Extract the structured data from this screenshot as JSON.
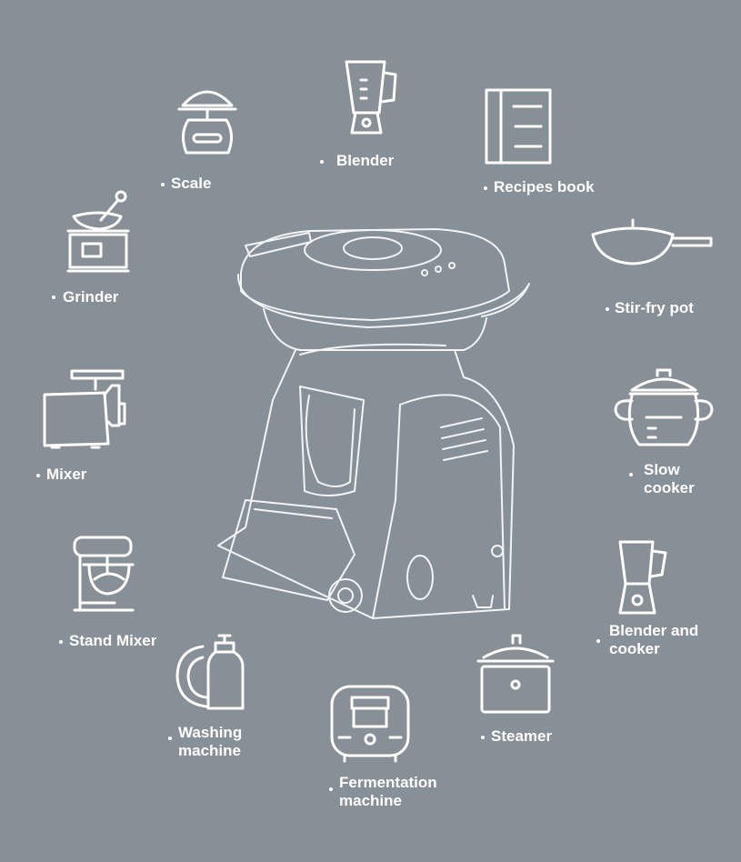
{
  "background_color": "#878f97",
  "line_color": "#ffffff",
  "machine": {
    "icon": "thermomix-machine-icon"
  },
  "items": [
    {
      "key": "scale",
      "label": "Scale",
      "icon": "kitchen-scale-icon"
    },
    {
      "key": "blender",
      "label": "Blender",
      "icon": "blender-jug-icon"
    },
    {
      "key": "recipes",
      "label": "Recipes book",
      "icon": "recipe-book-icon"
    },
    {
      "key": "stirfry",
      "label": "Stir-fry pot",
      "icon": "wok-pan-icon"
    },
    {
      "key": "slowcooker",
      "label": "Slow\ncooker",
      "icon": "slow-cooker-pot-icon"
    },
    {
      "key": "blendercooker",
      "label": "Blender and\ncooker",
      "icon": "blender-cooker-icon"
    },
    {
      "key": "steamer",
      "label": "Steamer",
      "icon": "steamer-pot-icon"
    },
    {
      "key": "fermentation",
      "label": "Fermentation\nmachine",
      "icon": "fermentation-machine-icon"
    },
    {
      "key": "washing",
      "label": "Washing\nmachine",
      "icon": "dish-washing-icon"
    },
    {
      "key": "standmixer",
      "label": "Stand Mixer",
      "icon": "stand-mixer-icon"
    },
    {
      "key": "mixer",
      "label": "Mixer",
      "icon": "meat-mincer-icon"
    },
    {
      "key": "grinder",
      "label": "Grinder",
      "icon": "coffee-grinder-icon"
    }
  ]
}
